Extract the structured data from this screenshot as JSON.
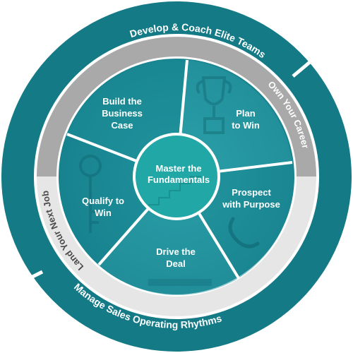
{
  "outer_ring": {
    "top_label": "Develop & Coach Elite Teams",
    "bottom_label": "Manage Sales Operating Rhythms"
  },
  "middle_ring": {
    "right_label": "Own Your Career",
    "left_label": "Land Your Next Job"
  },
  "segments": [
    {
      "key": "build",
      "line1": "Build the",
      "line2": "Business",
      "line3": "Case"
    },
    {
      "key": "plan",
      "line1": "Plan",
      "line2": "to Win"
    },
    {
      "key": "prospect",
      "line1": "Prospect",
      "line2": "with Purpose"
    },
    {
      "key": "drive",
      "line1": "Drive the",
      "line2": "Deal"
    },
    {
      "key": "qualify",
      "line1": "Qualify to",
      "line2": "Win"
    }
  ],
  "center": {
    "line1": "Master the",
    "line2": "Fundamentals"
  },
  "colors": {
    "teal_dark": "#137a86",
    "teal_mid": "#1f93a0",
    "teal_light": "#3aa7b2",
    "gray_ring": "#a9a9a9",
    "light_ring": "#e6e6e6",
    "center": "#20a5a5",
    "divider": "#ffffff"
  }
}
